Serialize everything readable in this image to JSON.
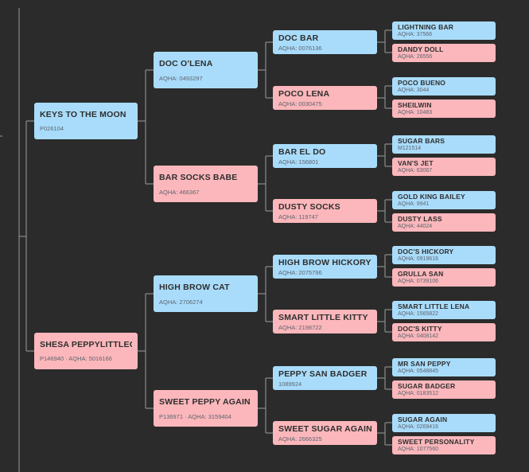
{
  "pedigree": {
    "sire": {
      "name": "KEYS TO THE MOON",
      "reg": "P026104",
      "sex": "male",
      "sire": {
        "name": "DOC O'LENA",
        "reg": "AQHA: 0493297",
        "sex": "male",
        "sire": {
          "name": "DOC BAR",
          "reg": "AQHA: 0076136",
          "sex": "male",
          "sire": {
            "name": "LIGHTNING BAR",
            "reg": "AQHA: 37566",
            "sex": "male"
          },
          "dam": {
            "name": "DANDY DOLL",
            "reg": "AQHA: 26556",
            "sex": "female"
          }
        },
        "dam": {
          "name": "POCO LENA",
          "reg": "AQHA: 0030475",
          "sex": "female",
          "sire": {
            "name": "POCO BUENO",
            "reg": "AQHA: 3044",
            "sex": "male"
          },
          "dam": {
            "name": "SHEILWIN",
            "reg": "AQHA: 10483",
            "sex": "female"
          }
        }
      },
      "dam": {
        "name": "BAR SOCKS BABE",
        "reg": "AQHA: 466367",
        "sex": "female",
        "sire": {
          "name": "BAR EL DO",
          "reg": "AQHA: 156801",
          "sex": "male",
          "sire": {
            "name": "SUGAR BARS",
            "reg": "M121514",
            "sex": "male"
          },
          "dam": {
            "name": "VAN'S JET",
            "reg": "AQHA: 63067",
            "sex": "female"
          }
        },
        "dam": {
          "name": "DUSTY SOCKS",
          "reg": "AQHA: 119747",
          "sex": "female",
          "sire": {
            "name": "GOLD KING BAILEY",
            "reg": "AQHA: 9941",
            "sex": "male"
          },
          "dam": {
            "name": "DUSTY LASS",
            "reg": "AQHA: 44024",
            "sex": "female"
          }
        }
      }
    },
    "dam": {
      "name": "SHESA PEPPYLITTLECAT",
      "reg": "P146940 · AQHA: 5016166",
      "sex": "female",
      "sire": {
        "name": "HIGH BROW CAT",
        "reg": "AQHA: 2706274",
        "sex": "male",
        "sire": {
          "name": "HIGH BROW HICKORY",
          "reg": "AQHA: 2075796",
          "sex": "male",
          "sire": {
            "name": "DOC'S HICKORY",
            "reg": "AQHA: 0919616",
            "sex": "male"
          },
          "dam": {
            "name": "GRULLA SAN",
            "reg": "AQHA: 0739106",
            "sex": "female"
          }
        },
        "dam": {
          "name": "SMART LITTLE KITTY",
          "reg": "AQHA: 2198722",
          "sex": "female",
          "sire": {
            "name": "SMART LITTLE LENA",
            "reg": "AQHA: 1565822",
            "sex": "male"
          },
          "dam": {
            "name": "DOC'S KITTY",
            "reg": "AQHA: 0408142",
            "sex": "female"
          }
        }
      },
      "dam": {
        "name": "SWEET PEPPY AGAIN",
        "reg": "P136971 · AQHA: 3159404",
        "sex": "female",
        "sire": {
          "name": "PEPPY SAN BADGER",
          "reg": "1089924",
          "sex": "male",
          "sire": {
            "name": "MR SAN PEPPY",
            "reg": "AQHA: 0548845",
            "sex": "male"
          },
          "dam": {
            "name": "SUGAR BADGER",
            "reg": "AQHA: 0183512",
            "sex": "female"
          }
        },
        "dam": {
          "name": "SWEET SUGAR AGAIN",
          "reg": "AQHA: 2666325",
          "sex": "female",
          "sire": {
            "name": "SUGAR AGAIN",
            "reg": "AQHA: 0269416",
            "sex": "male"
          },
          "dam": {
            "name": "SWEET PERSONALITY",
            "reg": "AQHA: 1077560",
            "sex": "female"
          }
        }
      }
    }
  },
  "colors": {
    "background": "#2b2b2b",
    "male": "#a9dcfb",
    "female": "#fbb7bb",
    "connector": "#8a8a8a"
  }
}
